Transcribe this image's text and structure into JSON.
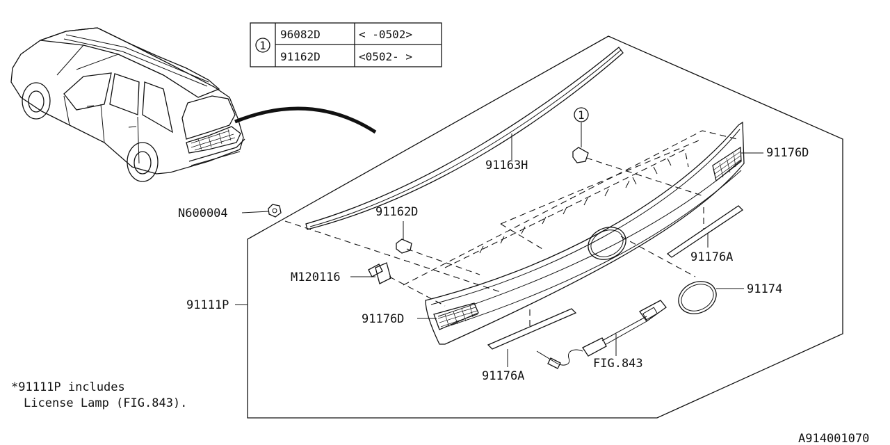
{
  "table": {
    "ref": "1",
    "rows": [
      {
        "part": "96082D",
        "range": "< -0502>"
      },
      {
        "part": "91162D",
        "range": "<0502- >"
      }
    ]
  },
  "labels": {
    "p91163H": "91163H",
    "p91176D_right": "91176D",
    "pN600004": "N600004",
    "p91162D": "91162D",
    "pM120116": "M120116",
    "p91111P": "91111P",
    "p91176D_left": "91176D",
    "p91176A_right": "91176A",
    "p91174": "91174",
    "p91176A_bottom": "91176A",
    "pFIG843": "FIG.843",
    "clip_ref": "1"
  },
  "note": {
    "line1": "*91111P includes",
    "line2": "License Lamp (FIG.843)."
  },
  "diagram_code": "A914001070"
}
